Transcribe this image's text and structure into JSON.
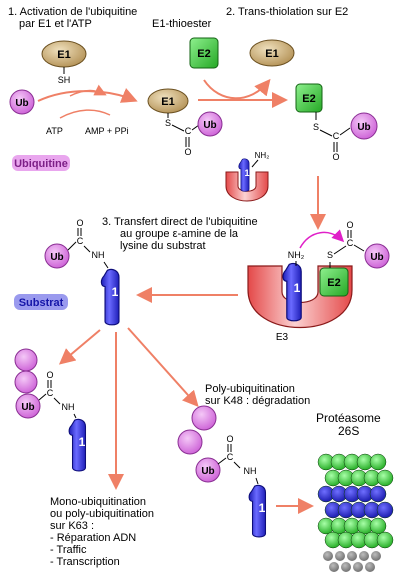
{
  "steps": {
    "step1": [
      "1. Activation de l'ubiquitine",
      "par E1 et l'ATP"
    ],
    "thioester": "E1-thioester",
    "step2": "2. Trans-thiolation sur E2",
    "step3": [
      "3. Transfert direct de l'ubiquitine",
      "au groupe ε-amine de la",
      "lysine du substrat"
    ]
  },
  "molecules": {
    "ub": "Ub",
    "e1": "E1",
    "e2": "E2",
    "e3": "E3",
    "sh": "SH",
    "s": "S",
    "c": "C",
    "o": "O",
    "nh": "NH",
    "nh2": "NH₂",
    "atp": "ATP",
    "amp": "AMP + PPi",
    "substrate_digit": "1"
  },
  "labels": {
    "ubiquitine": "Ubiquitine",
    "substrat": "Substrat",
    "poly_k48": [
      "Poly-ubiquitination",
      "sur K48 : dégradation"
    ],
    "proteasome": [
      "Protéasome",
      "26S"
    ],
    "mono_k63": [
      "Mono-ubiquitination",
      "ou poly-ubiquitination",
      "sur K63 :",
      "- Réparation ADN",
      "- Traffic",
      "- Transcription"
    ]
  },
  "colors": {
    "ub": "#d97be0",
    "e1": "#c7a86a",
    "e2": "#3fbf3f",
    "e3": "#e45555",
    "substrate": "#2f2fd8",
    "arrow": "#ef8066",
    "highlight": "#d47ee0",
    "proteasome_green": "#2fcf3f",
    "proteasome_blue": "#2323c8"
  }
}
